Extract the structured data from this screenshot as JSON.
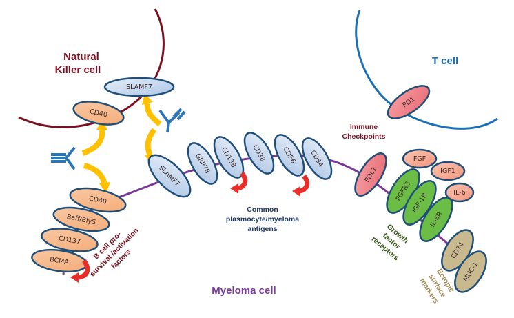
{
  "title": "Myeloma cell surface targets and interacting immune cells",
  "colors": {
    "nk_cell": "#7a1020",
    "t_cell": "#1a6fb5",
    "myeloma_membrane": "#7b3a9a",
    "antigen_fill": "#c9d9ee",
    "b_factor_fill": "#f6b98e",
    "checkpoint_fill": "#ee7f86",
    "growth_receptor_fill": "#6cbd45",
    "growth_factor_fill": "#f4a48a",
    "ectopic_fill": "#c8b98f",
    "outline": "#1f4e79",
    "yellow_arrow": "#ffc000",
    "red_arrow": "#e8302a",
    "antibody": "#2e75b6"
  },
  "cells": {
    "nk_cell": "Natural Killer cell",
    "nk_line1": "Natural",
    "nk_line2": "Killer cell",
    "t_cell": "T cell",
    "myeloma_cell": "Myeloma cell"
  },
  "nk_molecules": {
    "slamf7": "SLAMF7",
    "cd40": "CD40"
  },
  "t_molecules": {
    "pd1": "PD1"
  },
  "groups": {
    "b_cell": {
      "label_lines": [
        "B cell pro-",
        "survival /activation",
        "factors"
      ],
      "items": [
        "CD40",
        "Baff/BlyS",
        "CD137",
        "BCMA"
      ]
    },
    "common_antigens": {
      "label_lines": [
        "Common",
        "plasmocyte/myeloma",
        "antigens"
      ],
      "items": [
        "SLAMF7",
        "GRP78",
        "CD138",
        "CD38",
        "CD56",
        "CD54"
      ]
    },
    "immune_checkpoints": {
      "label_lines": [
        "Immune",
        "Checkpoints"
      ],
      "items": [
        "PDL1"
      ]
    },
    "growth_factor_receptors": {
      "label_lines": [
        "Growth",
        "factor",
        "receptors"
      ],
      "items": [
        "FGFR3",
        "IGF-1R",
        "IL-6R"
      ],
      "ligands": [
        "FGF",
        "IGF1",
        "IL-6"
      ]
    },
    "ectopic_markers": {
      "label_lines": [
        "Ectopic",
        "surface",
        "markers"
      ],
      "items": [
        "CD74",
        "MUC-1"
      ]
    }
  }
}
